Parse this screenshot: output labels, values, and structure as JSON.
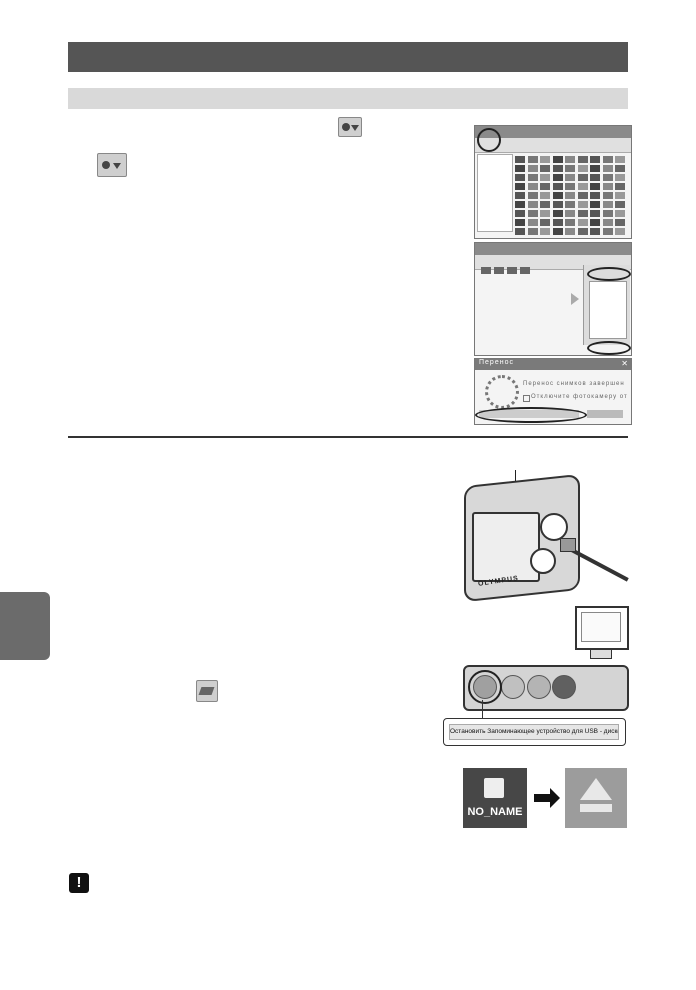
{
  "icons": {
    "camera_transfer_icon": "camera-transfer-icon",
    "safely_remove_icon": "safely-remove-hardware-icon",
    "eject_icon": "eject-icon",
    "caution_icon": "caution-icon"
  },
  "colors": {
    "header_bar": "#555555",
    "subheader_bar": "#d9d9d9",
    "side_tab": "#6b6b6b"
  },
  "transfer_dialog": {
    "title": "Перенос",
    "status_text": "Перенос снимков завершен",
    "checkbox_label": "Отключите фотокамеру от",
    "close_glyph": "✕"
  },
  "camera": {
    "brand": "OLYMPUS"
  },
  "tray": {
    "tooltip": "Остановить Запоминающее устройство для USB - диск(I:)"
  },
  "drive": {
    "label": "NO_NAME"
  },
  "caution": {
    "glyph": "!"
  }
}
